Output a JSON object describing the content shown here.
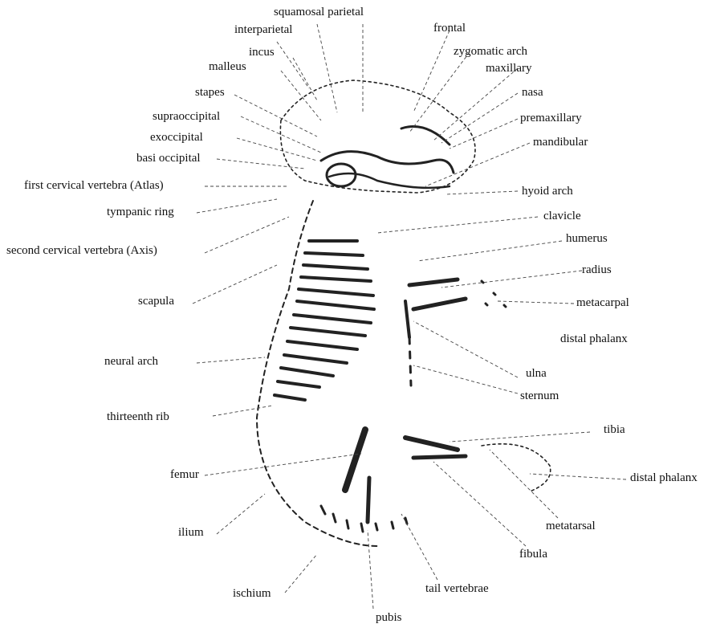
{
  "labels": {
    "squamosal_parietal": "squamosal parietal",
    "interparietal": "interparietal",
    "incus": "incus",
    "malleus": "malleus",
    "stapes": "stapes",
    "supraoccipital": "supraoccipital",
    "exoccipital": "exoccipital",
    "basi_occipital": "basi occipital",
    "atlas": "first cervical vertebra (Atlas)",
    "tympanic_ring": "tympanic ring",
    "axis": "second cervical vertebra (Axis)",
    "scapula": "scapula",
    "neural_arch": "neural arch",
    "thirteenth_rib": "thirteenth rib",
    "femur": "femur",
    "ilium": "ilium",
    "ischium": "ischium",
    "pubis": "pubis",
    "tail_vertebrae": "tail vertebrae",
    "fibula": "fibula",
    "metatarsal": "metatarsal",
    "distal_phalanx_hind": "distal phalanx",
    "tibia": "tibia",
    "sternum": "sternum",
    "ulna": "ulna",
    "distal_phalanx_fore": "distal phalanx",
    "metacarpal": "metacarpal",
    "radius": "radius",
    "humerus": "humerus",
    "clavicle": "clavicle",
    "hyoid_arch": "hyoid arch",
    "mandibular": "mandibular",
    "premaxillary": "premaxillary",
    "nasa": "nasa",
    "maxillary": "maxillary",
    "zygomatic_arch": "zygomatic arch",
    "frontal": "frontal"
  }
}
